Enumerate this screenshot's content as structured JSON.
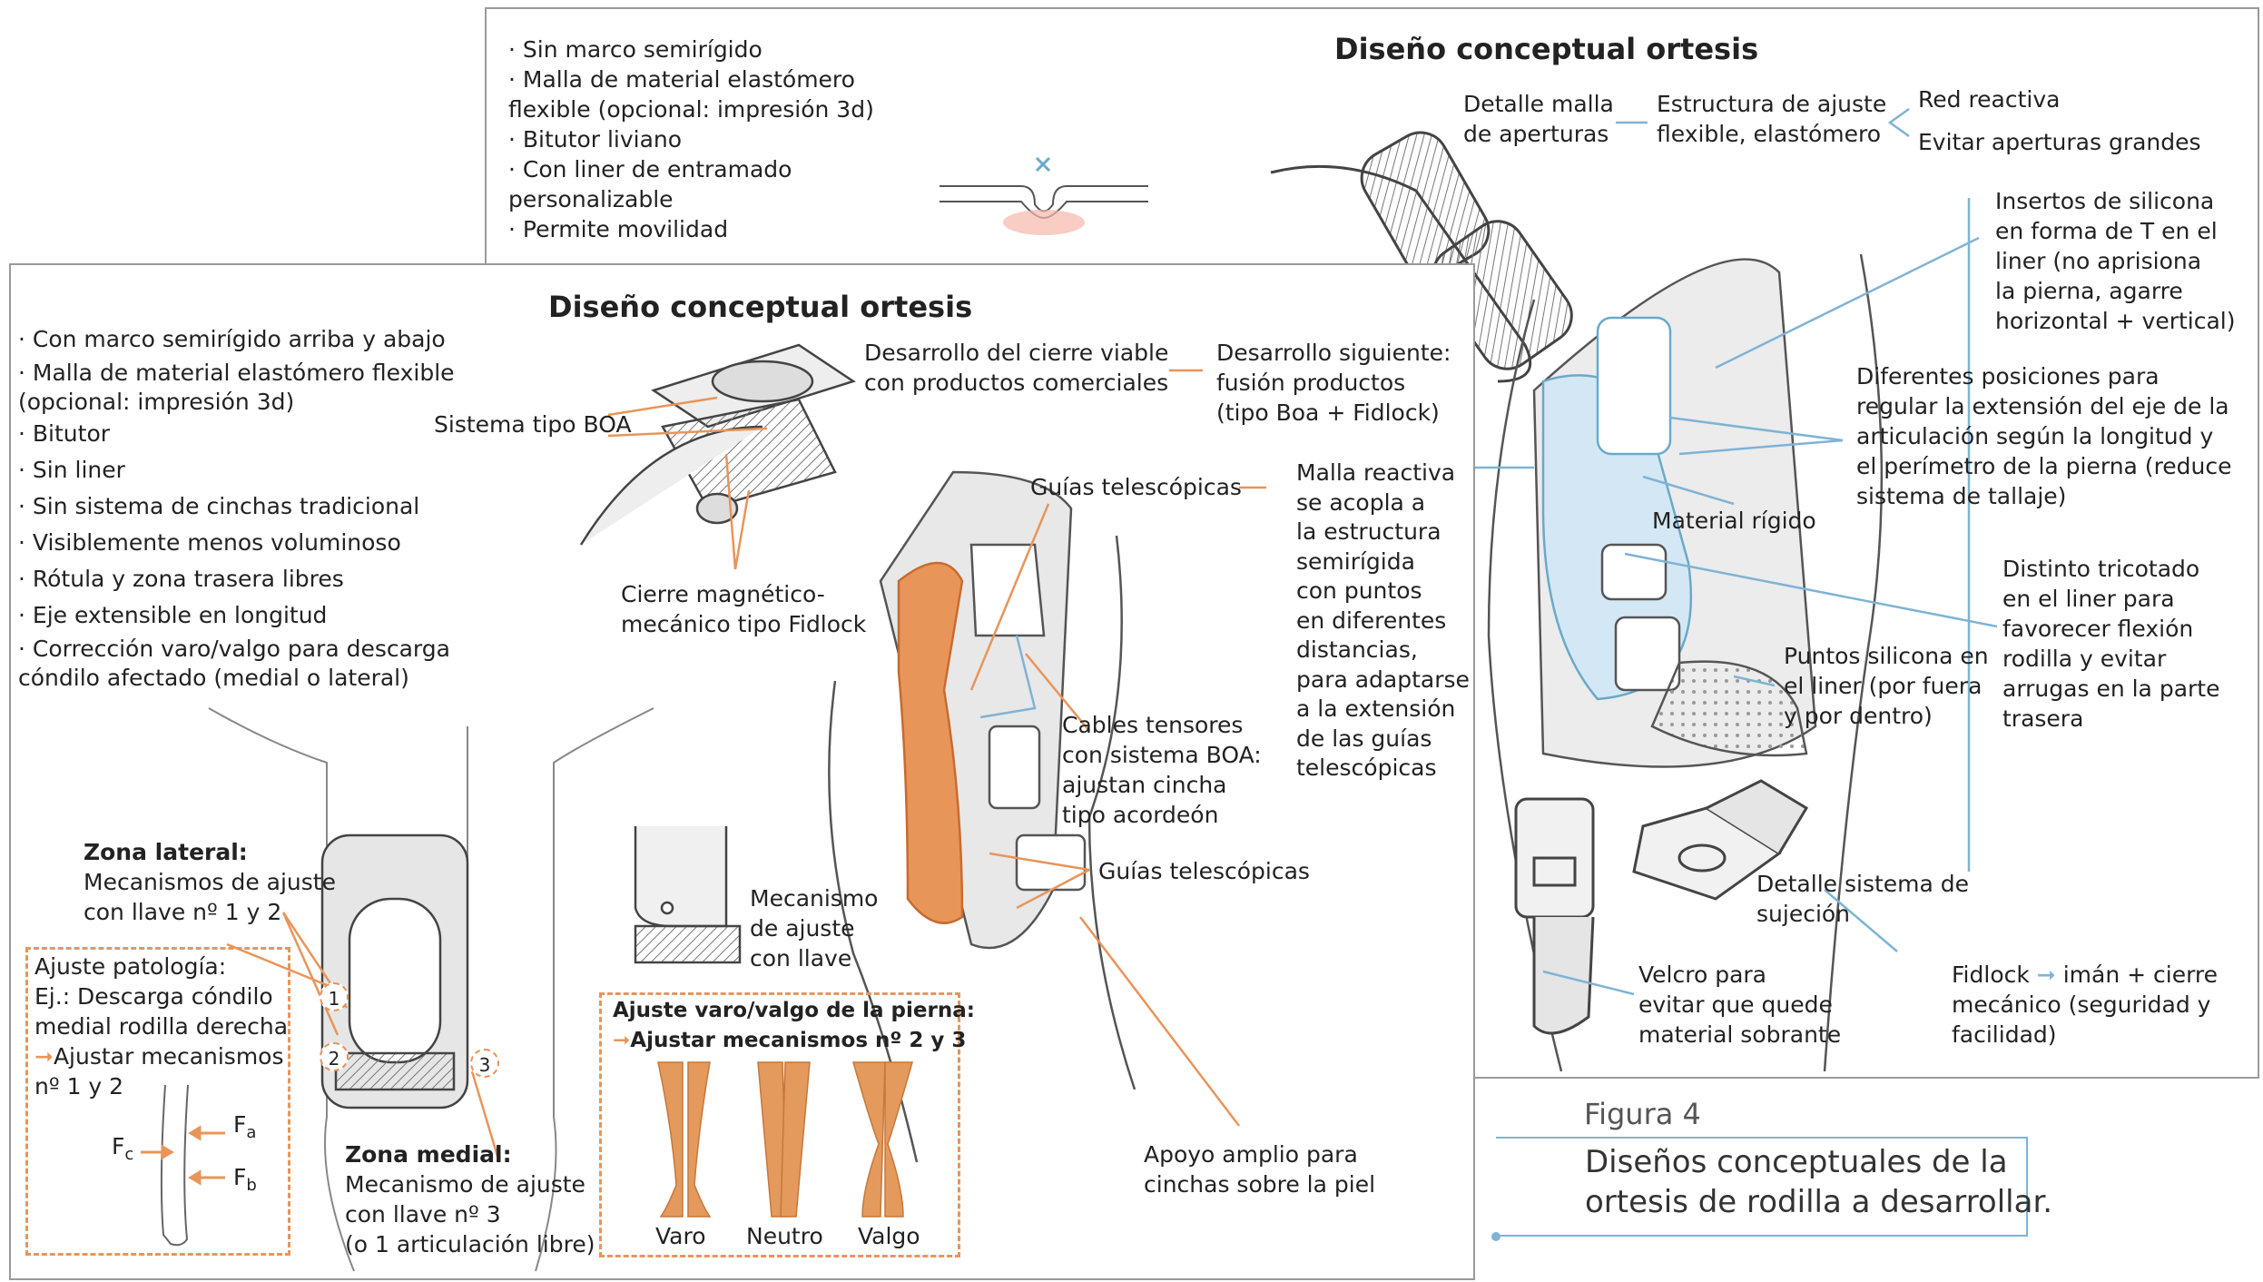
{
  "back": {
    "title": "Diseño conceptual ortesis",
    "bullets": [
      "· Sin marco semirígido",
      "· Malla de material elastómero",
      "  flexible (opcional: impresión 3d)",
      "· Bitutor liviano",
      "· Con liner de entramado",
      "  personalizable",
      "· Permite movilidad"
    ],
    "labels": {
      "detalle_malla": [
        "Detalle malla",
        "de aperturas"
      ],
      "estructura": [
        "Estructura de ajuste",
        "flexible, elastómero"
      ],
      "red_reactiva": "Red reactiva",
      "evitar_aperturas": "Evitar aperturas grandes",
      "insertos": [
        "Insertos de silicona",
        "en forma de T en el",
        "liner (no aprisiona",
        "la pierna, agarre",
        "horizontal + vertical)"
      ],
      "posiciones": [
        "Diferentes posiciones para",
        "regular la extensión del eje de la",
        "articulación según la longitud y",
        "el perímetro de la pierna (reduce",
        "sistema de tallaje)"
      ],
      "material_rigido": "Material rígido",
      "tricotado": [
        "Distinto tricotado",
        "en el liner para",
        "favorecer flexión",
        "rodilla y evitar",
        "arrugas en la parte",
        "trasera"
      ],
      "puntos_silicona": [
        "Puntos silicona en",
        "el liner (por fuera",
        "y por dentro)"
      ],
      "detalle_sujecion": [
        "Detalle sistema de",
        "sujeción"
      ],
      "velcro": [
        "Velcro para",
        "evitar que quede",
        "material sobrante"
      ],
      "fidlock": [
        "Fidlock",
        "imán + cierre",
        "mecánico (seguridad y",
        "facilidad)"
      ]
    }
  },
  "front": {
    "title": "Diseño conceptual ortesis",
    "bullets": [
      "· Con marco semirígido arriba y abajo",
      "· Malla de material elastómero flexible",
      "  (opcional: impresión 3d)",
      "· Bitutor",
      "· Sin liner",
      "· Sin sistema de cinchas tradicional",
      "· Visiblemente menos voluminoso",
      "· Rótula y zona trasera libres",
      "· Eje extensible en longitud",
      "· Corrección varo/valgo para descarga",
      "  cóndilo afectado (medial o lateral)"
    ],
    "labels": {
      "sistema_boa": "Sistema tipo BOA",
      "cierre": [
        "Cierre magnético-",
        "mecánico tipo Fidlock"
      ],
      "desarrollo_cierre": [
        "Desarrollo del cierre viable",
        "con productos comerciales"
      ],
      "desarrollo_sig": [
        "Desarrollo siguiente:",
        "fusión productos",
        "(tipo Boa + Fidlock)"
      ],
      "guias1": "Guías telescópicas",
      "malla_reactiva": [
        "Malla reactiva",
        "se acopla a",
        "la estructura",
        "semirígida",
        "con puntos",
        "en diferentes",
        "distancias,",
        "para adaptarse",
        "a la extensión",
        "de las guías",
        "telescópicas"
      ],
      "cables": [
        "Cables tensores",
        "con sistema BOA:",
        "ajustan cincha",
        "tipo acordeón"
      ],
      "guias2": "Guías telescópicas",
      "apoyo": [
        "Apoyo amplio para",
        "cinchas sobre la piel"
      ],
      "mecanismo_llave": [
        "Mecanismo",
        "de ajuste",
        "con llave"
      ],
      "zona_lateral_title": "Zona lateral:",
      "zona_lateral": [
        "Mecanismos de ajuste",
        "con llave nº 1 y 2"
      ],
      "zona_medial_title": "Zona medial:",
      "zona_medial": [
        "Mecanismo de ajuste",
        "con llave nº 3",
        "(o 1 articulación libre)"
      ],
      "ajuste_pat": [
        "Ajuste patología:",
        "Ej.: Descarga cóndilo",
        "medial rodilla derecha",
        "Ajustar mecanismos",
        "nº 1 y 2"
      ],
      "forces": [
        "F",
        "a",
        "F",
        "c",
        "F",
        "b"
      ],
      "varo_title": "Ajuste varo/valgo de la pierna:",
      "varo_sub": "Ajustar mecanismos nº 2 y 3",
      "legs": [
        "Varo",
        "Neutro",
        "Valgo"
      ],
      "nums": [
        "1",
        "2",
        "3"
      ]
    }
  },
  "figure": {
    "label": "Figura 4",
    "caption": [
      "Diseños conceptuales de la",
      "ortesis de rodilla a desarrollar."
    ]
  },
  "colors": {
    "orange": "#e8955a",
    "blue": "#7fb3d5",
    "skin": "#e39a5c"
  }
}
